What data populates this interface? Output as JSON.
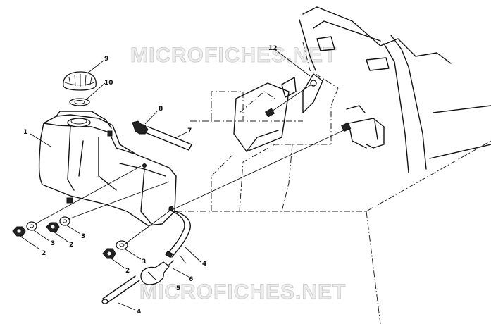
{
  "watermarks": [
    "MICROFICHES.NET",
    "MICROFICHES.NET"
  ],
  "callouts": {
    "c1": "1",
    "c2a": "2",
    "c2b": "2",
    "c2c": "2",
    "c3a": "3",
    "c3b": "3",
    "c3c": "3",
    "c4a": "4",
    "c4b": "4",
    "c5": "5",
    "c6": "6",
    "c7": "7",
    "c8": "8",
    "c9": "9",
    "c10": "10",
    "c12": "12"
  }
}
